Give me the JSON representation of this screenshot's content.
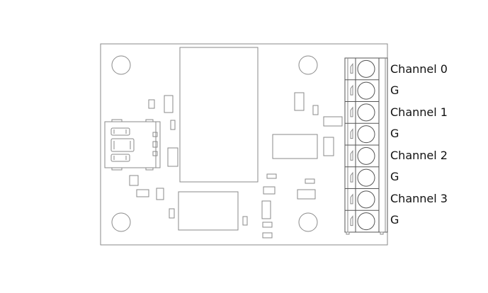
{
  "diagram": {
    "terminal_labels": [
      "Channel 0",
      "G",
      "Channel 1",
      "G",
      "Channel 2",
      "G",
      "Channel 3",
      "G"
    ],
    "line_color": "#8a8a8a"
  }
}
